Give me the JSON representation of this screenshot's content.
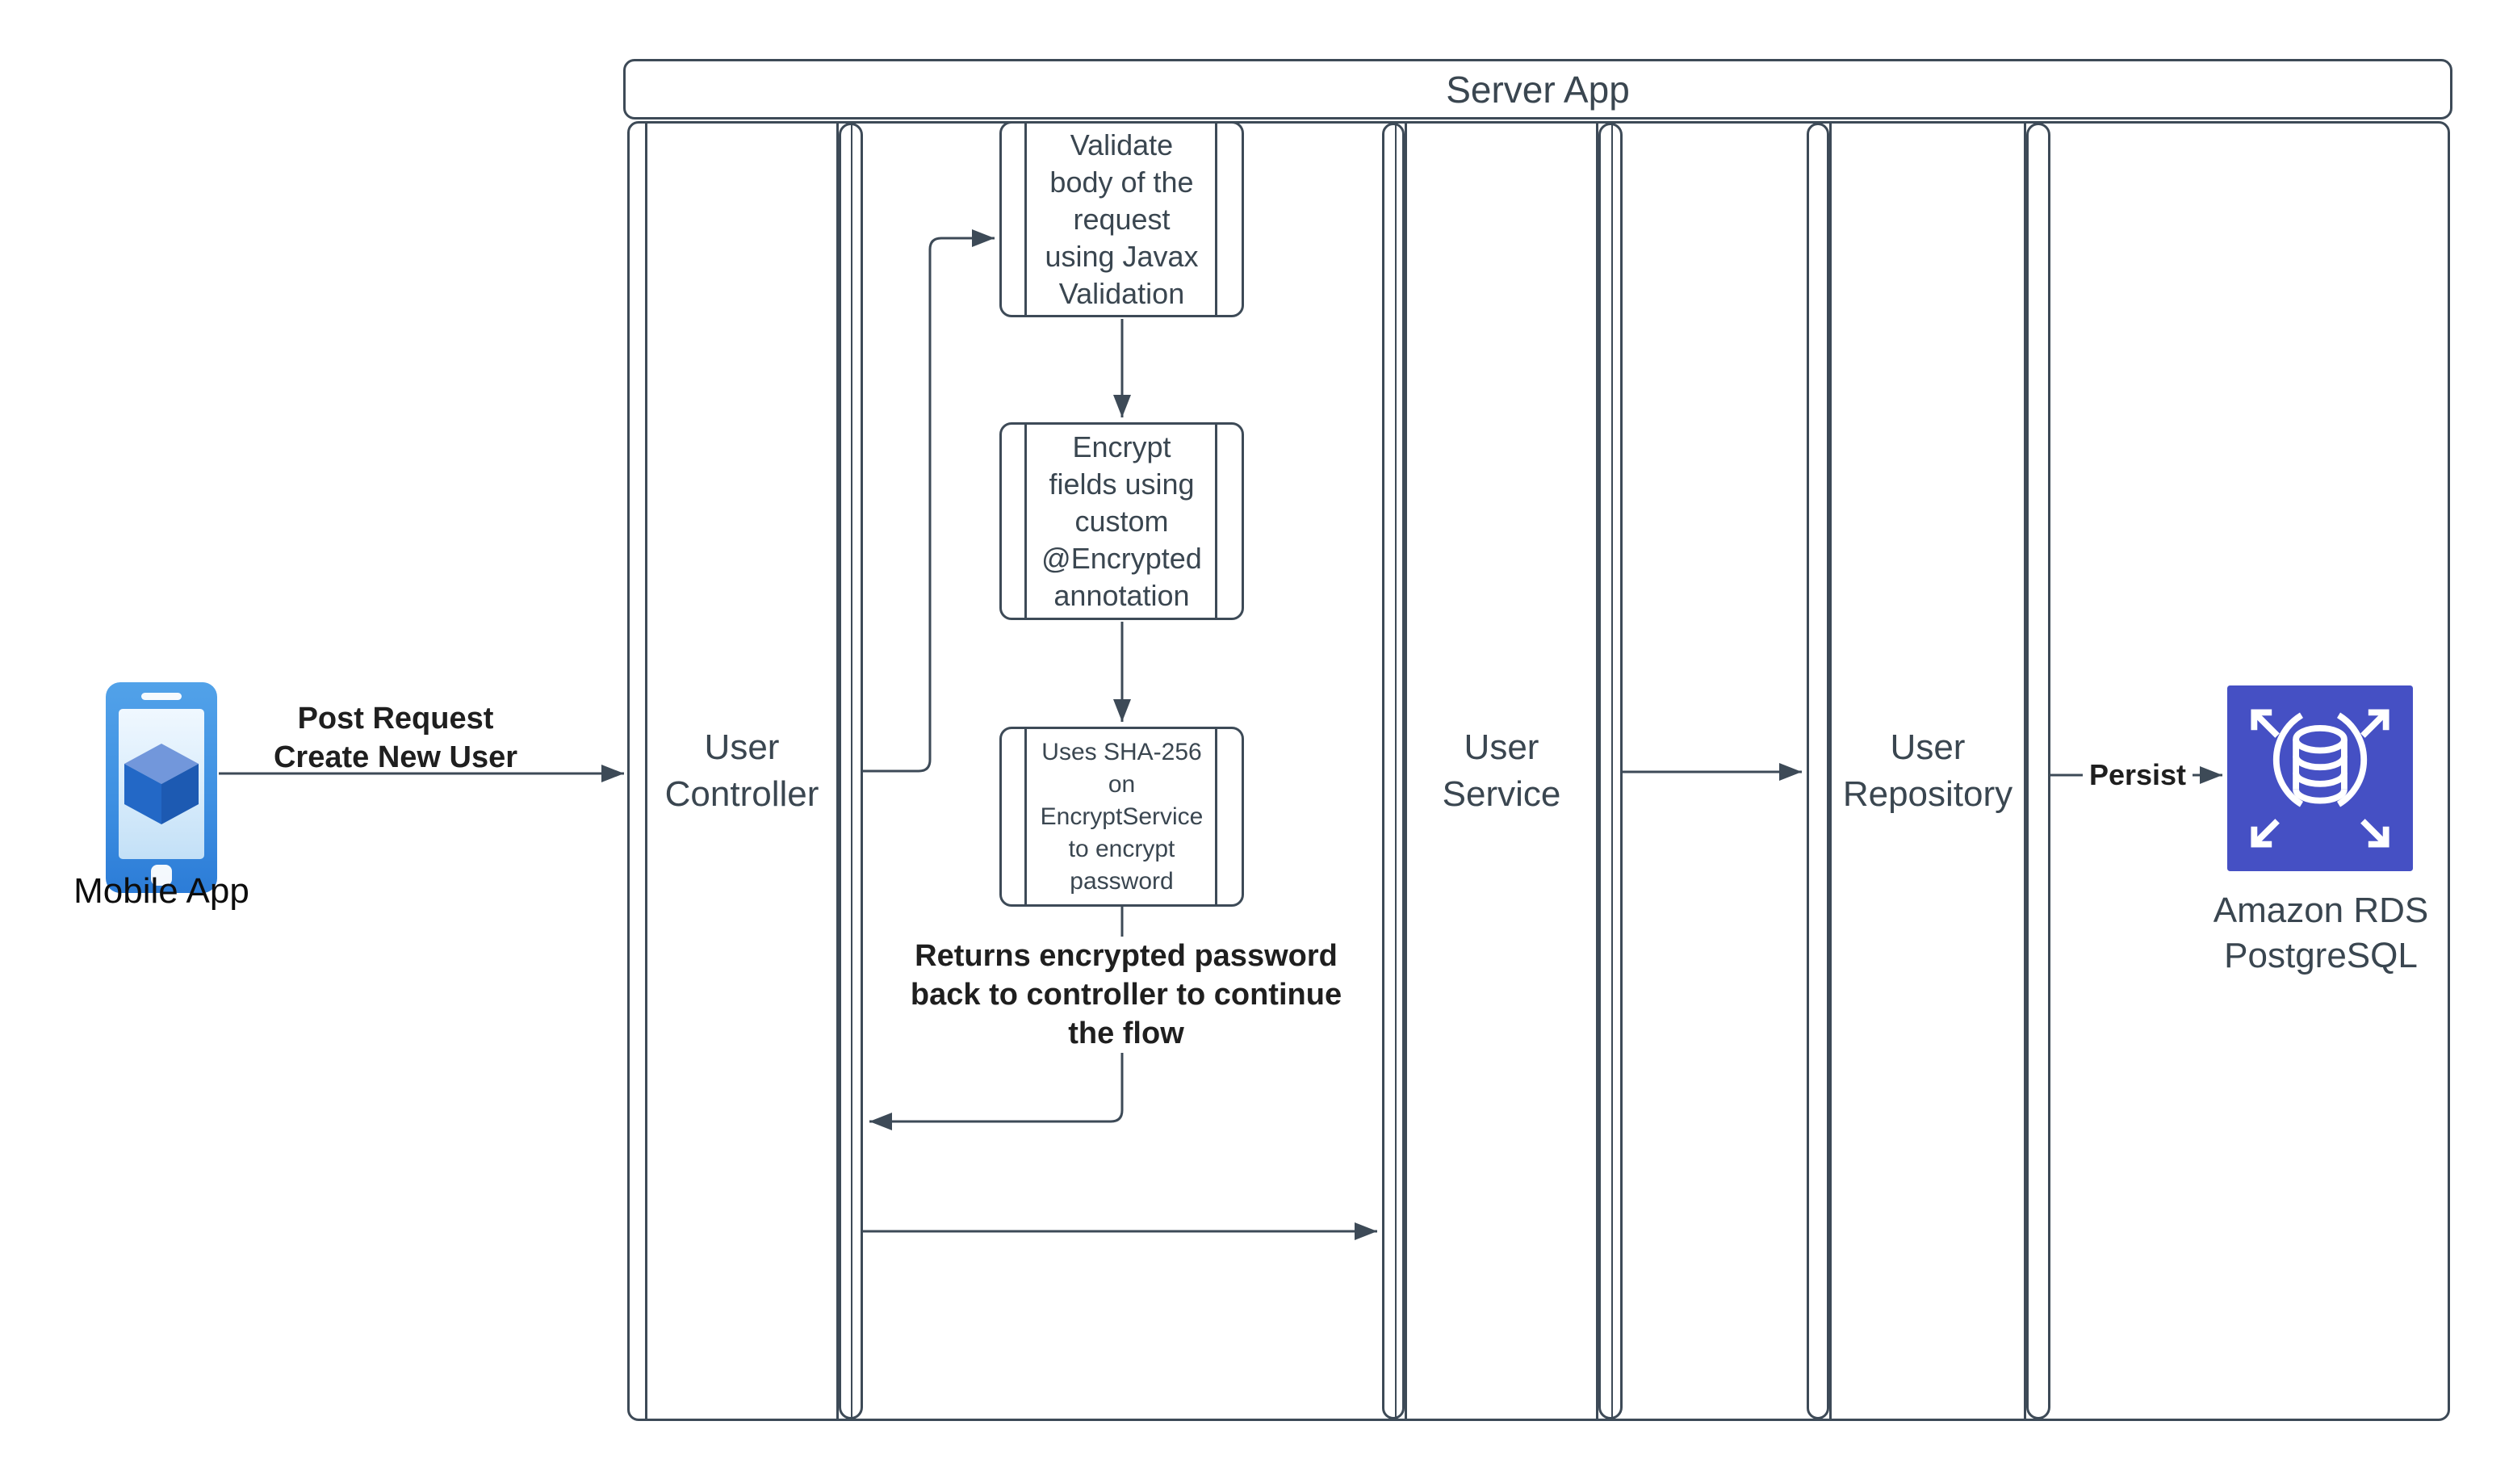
{
  "server_app": {
    "title": "Server App"
  },
  "lanes": {
    "controller": "User\nController",
    "service": "User\nService",
    "repository": "User\nRepository"
  },
  "steps": {
    "validate": "Validate\nbody of the\nrequest\nusing Javax\nValidation",
    "encrypt": "Encrypt\nfields using\ncustom\n@Encrypted\nannotation",
    "sha256": "Uses SHA-256\non\nEncryptService\nto encrypt\npassword"
  },
  "messages": {
    "post_request": "Post Request\nCreate New User",
    "returns_encrypted": "Returns encrypted password\nback to controller to continue\nthe flow",
    "persist": "Persist"
  },
  "external": {
    "mobile_app_label": "Mobile App",
    "rds_label": "Amazon RDS\nPostgreSQL"
  },
  "icons": {
    "mobile": "mobile-phone-cube-icon",
    "database": "amazon-rds-database-icon"
  },
  "colors": {
    "stroke": "#3D4A57",
    "text": "#3A4650",
    "bold_text": "#1F1F1F",
    "phone_blue": "#2C7CD7",
    "cube_blue": "#2368C6",
    "rds_indigo": "#4550C4",
    "background": "#FFFFFF"
  }
}
